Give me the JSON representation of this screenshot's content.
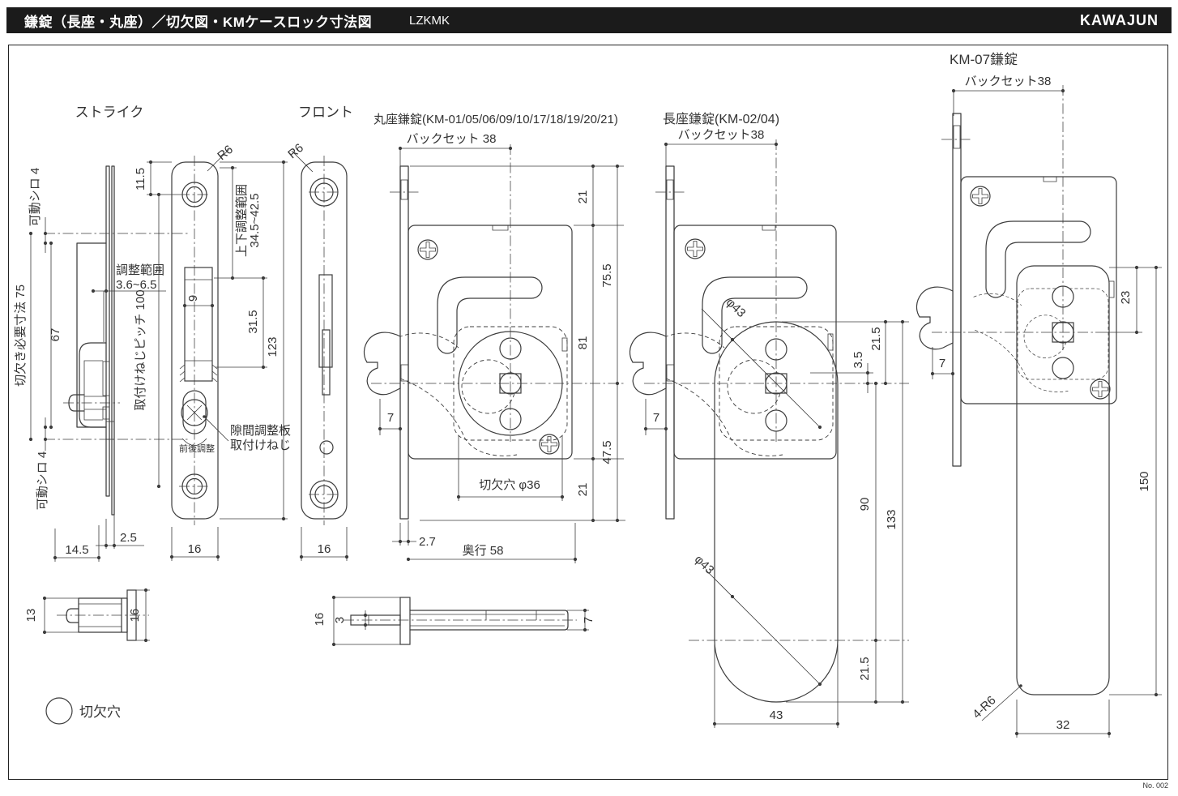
{
  "header": {
    "title": "鎌錠（長座・丸座）／切欠図・KMケースロック寸法図",
    "code": "LZKMK",
    "brand": "KAWAJUN"
  },
  "footer": {
    "sheet_no": "No. 002"
  },
  "legend": {
    "cutout_label": "切欠穴"
  },
  "colors": {
    "header_bg": "#1b1b1b",
    "line_color": "#3c3c3c",
    "background": "#ffffff"
  },
  "views": {
    "strike": {
      "title": "ストライク",
      "movable_top": "可動シロ 4",
      "cutout_required": "切欠き必要寸法 75",
      "d67": "67",
      "movable_bottom": "可動シロ 4",
      "d2_5": "2.5",
      "d14_5": "14.5",
      "d13": "13",
      "d16_side": "16",
      "plate_width": "16",
      "d11_5": "11.5",
      "r6": "R6",
      "adjust_range_1": "調整範囲",
      "adjust_range_2": "3.6~6.5",
      "screw_pitch": "取付けねじピッチ 100",
      "slot_width": "9",
      "vert_adjust_1": "上下調整範囲",
      "vert_adjust_2": "34.5~42.5",
      "d31_5": "31.5",
      "d123": "123",
      "shim_note_1": "隙間調整板",
      "shim_note_2": "取付けねじ",
      "fb_adjust": "前後調整"
    },
    "front": {
      "title": "フロント",
      "r6": "R6",
      "plate_width": "16",
      "case_h16": "16",
      "rod3": "3",
      "case_h7": "7"
    },
    "maruza": {
      "title": "丸座鎌錠(KM-01/05/06/09/10/17/18/19/20/21)",
      "backset": "バックセット 38",
      "d21_top": "21",
      "d75_5": "75.5",
      "d81": "81",
      "d47_5": "47.5",
      "d21_bottom": "21",
      "d7": "7",
      "cutout": "切欠穴 φ36",
      "d2_7": "2.7",
      "depth": "奥行 58"
    },
    "chouza": {
      "title": "長座鎌錠(KM-02/04)",
      "backset": "バックセット38",
      "phi43_top": "φ43",
      "d3_5": "3.5",
      "d21_5_top": "21.5",
      "d7": "7",
      "d90": "90",
      "d133": "133",
      "phi43_bottom": "φ43",
      "d21_5_bottom": "21.5",
      "d43": "43"
    },
    "km07": {
      "title": "KM-07鎌錠",
      "backset": "バックセット38",
      "d23": "23",
      "d7": "7",
      "d150": "150",
      "corner": "4-R6",
      "d32": "32"
    }
  }
}
